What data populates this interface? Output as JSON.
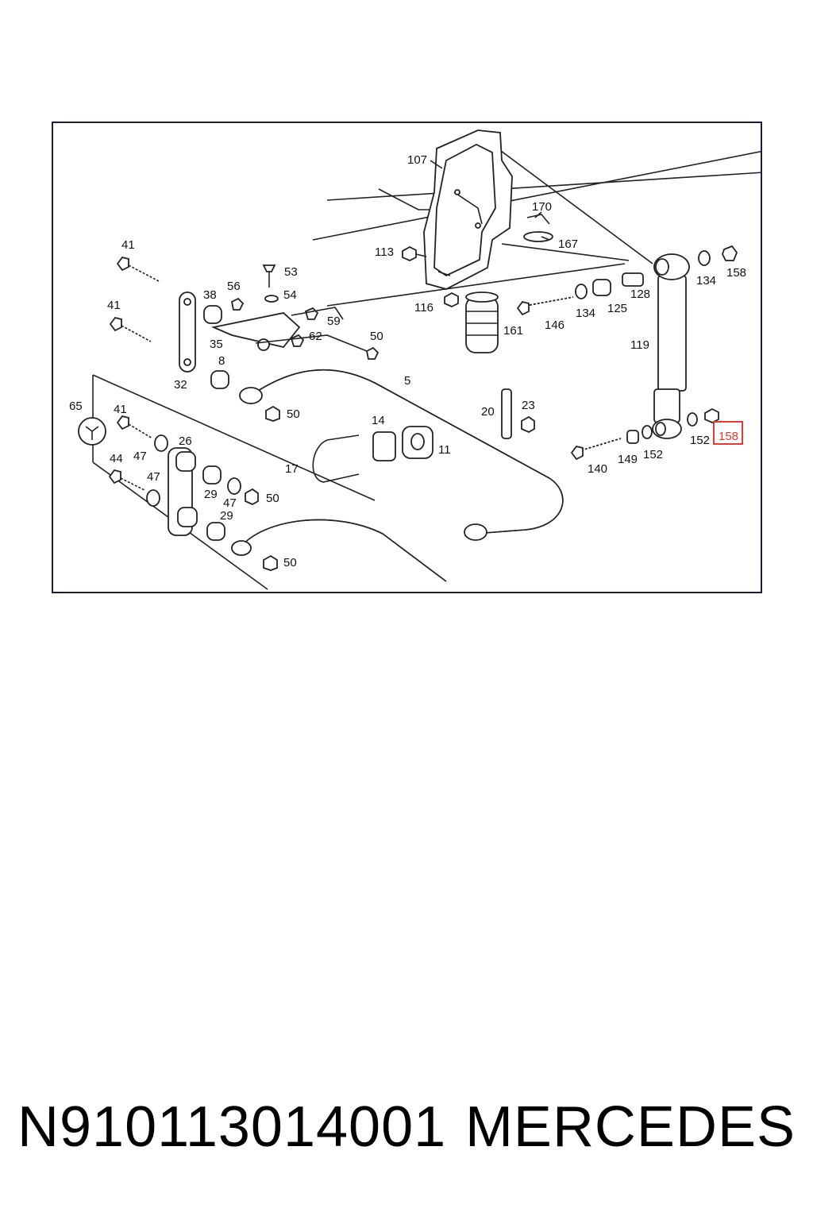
{
  "footer": {
    "part_number": "N910113014001",
    "brand": "MERCEDES"
  },
  "highlight": {
    "label": "158",
    "color": "#e53935"
  },
  "callouts": {
    "c107": "107",
    "c170": "170",
    "c167": "167",
    "c113": "113",
    "c116": "116",
    "c161": "161",
    "c146": "146",
    "c134a": "134",
    "c125": "125",
    "c128": "128",
    "c134b": "134",
    "c158a": "158",
    "c119": "119",
    "c41a": "41",
    "c53": "53",
    "c54": "54",
    "c38": "38",
    "c56": "56",
    "c41b": "41",
    "c59": "59",
    "c62": "62",
    "c35": "35",
    "c50a": "50",
    "c8": "8",
    "c32": "32",
    "c5": "5",
    "c50b": "50",
    "c65": "65",
    "c41c": "41",
    "c26": "26",
    "c47a": "47",
    "c44": "44",
    "c47b": "47",
    "c29a": "29",
    "c47c": "47",
    "c50c": "50",
    "c29b": "29",
    "c50d": "50",
    "c17": "17",
    "c14": "14",
    "c11": "11",
    "c20": "20",
    "c23": "23",
    "c140": "140",
    "c149": "149",
    "c152a": "152",
    "c152b": "152"
  }
}
